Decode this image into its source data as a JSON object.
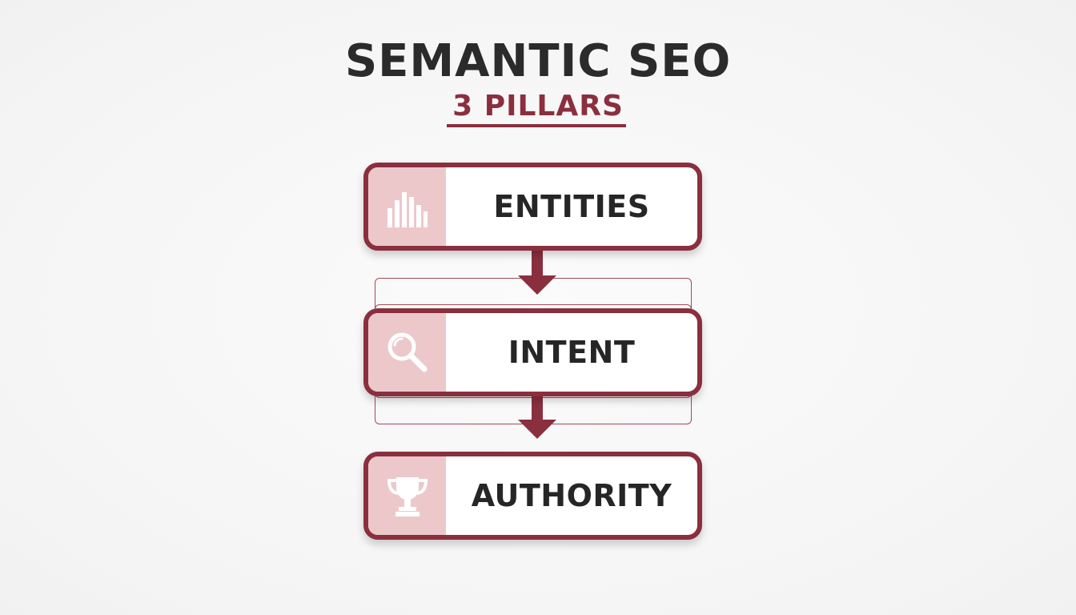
{
  "title": "SEMANTIC SEO",
  "subtitle": "3 PILLARS",
  "pillars": [
    {
      "label": "ENTITIES",
      "icon": "bar-chart-icon"
    },
    {
      "label": "INTENT",
      "icon": "magnifier-icon"
    },
    {
      "label": "AUTHORITY",
      "icon": "trophy-icon"
    }
  ],
  "colors": {
    "accent": "#8a2f3e",
    "icon_panel": "#ecc8cb",
    "text": "#2b2b2b",
    "background": "#f7f7f7"
  }
}
